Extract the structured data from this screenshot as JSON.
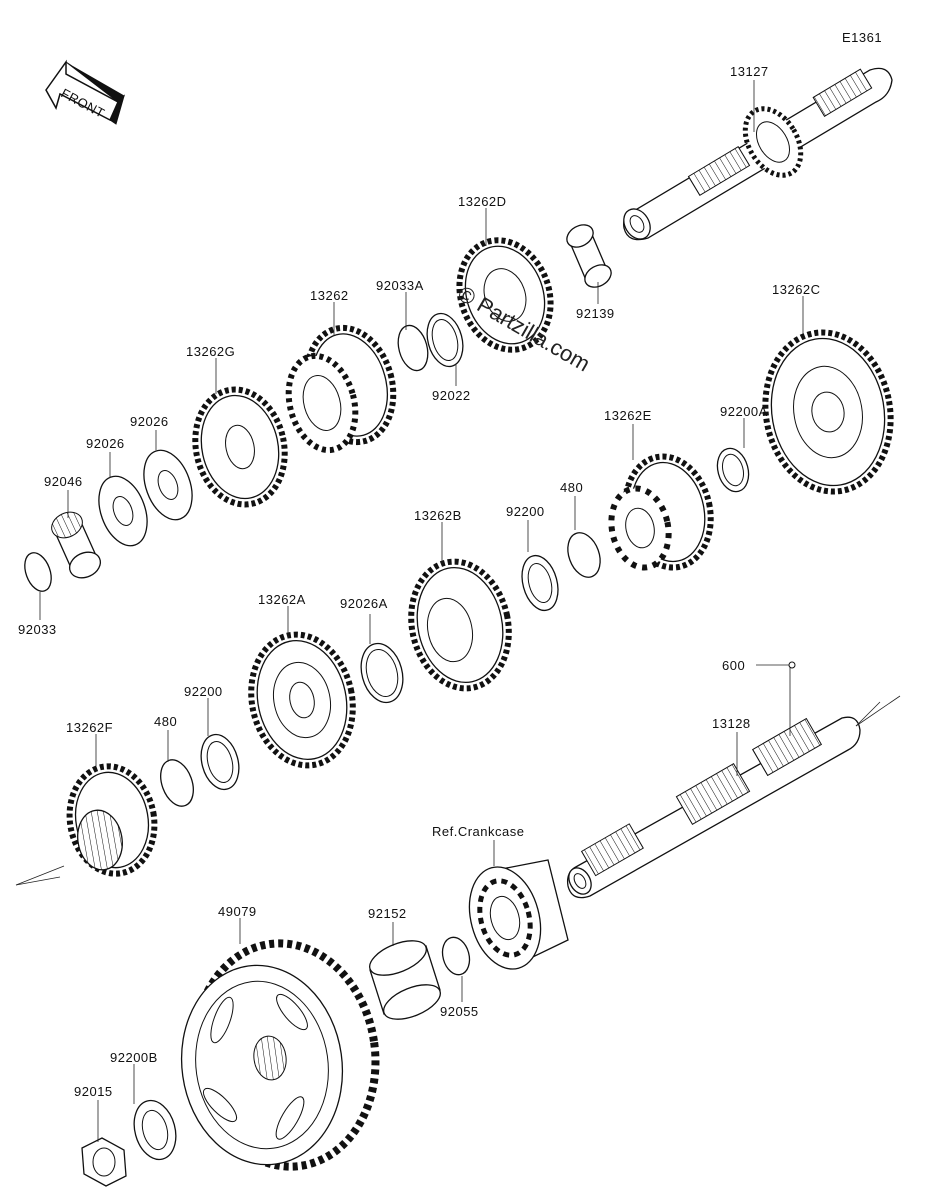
{
  "diagram_code": "E1361",
  "front_label": "FRONT",
  "watermark": "© Partzilla.com",
  "labels": {
    "p13127": "13127",
    "p13262D": "13262D",
    "p92139": "92139",
    "p92033A": "92033A",
    "p13262": "13262",
    "p92022": "92022",
    "p13262G": "13262G",
    "p13262C": "13262C",
    "p92026a": "92026",
    "p92026b": "92026",
    "p92046": "92046",
    "p92033": "92033",
    "p13262E": "13262E",
    "p92200A": "92200A",
    "p92200a": "92200",
    "p480a": "480",
    "p13262B": "13262B",
    "p13262A": "13262A",
    "p92026A": "92026A",
    "p600": "600",
    "p13128": "13128",
    "p92200b": "92200",
    "p480b": "480",
    "p13262F": "13262F",
    "refCrankcase": "Ref.Crankcase",
    "p49079": "49079",
    "p92152": "92152",
    "p92055": "92055",
    "p92200B": "92200B",
    "p92015": "92015"
  }
}
